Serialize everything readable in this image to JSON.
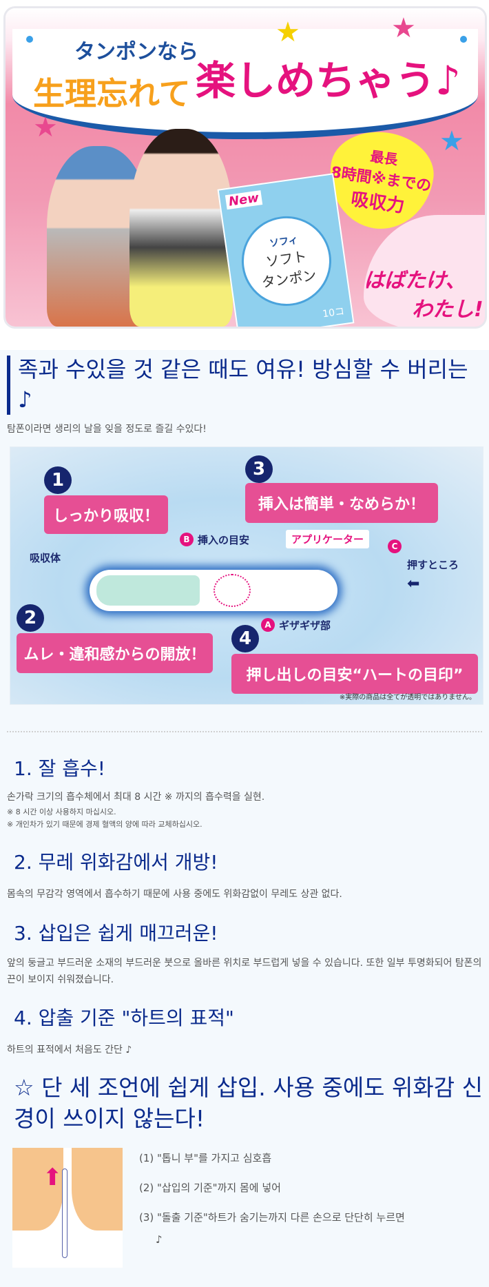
{
  "banner": {
    "line1": "タンポンなら",
    "line2": "生理忘れて",
    "line3": "楽しめちゃう♪",
    "heart": {
      "top": "最長",
      "middle": "8時間※までの",
      "bottom": "吸収力"
    },
    "package": {
      "badge": "New",
      "brand": "ソフィ",
      "name_line1": "ソフト",
      "name_line2": "タンポン",
      "count": "10コ"
    },
    "slogan_line1": "はばたけ、",
    "slogan_line2": "わたし!"
  },
  "intro": {
    "heading": "족과 수있을 것 같은 때도 여유! 방심할 수 버리는 ♪",
    "subtitle": "탐폰이라면 생리의 날을 잊을 정도로 즐길 수있다!"
  },
  "diagram": {
    "points": [
      {
        "num": "1",
        "text": "しっかり吸収！"
      },
      {
        "num": "2",
        "text": "ムレ・違和感からの開放！"
      },
      {
        "num": "3",
        "text": "挿入は簡単・なめらか！"
      },
      {
        "num": "4",
        "text": "押し出しの目安“ハートの目印”"
      }
    ],
    "labels": {
      "absorbent": "吸収体",
      "b_mark": "B",
      "b_text": "挿入の目安",
      "applicator": "アプリケーター",
      "c_mark": "C",
      "c_text": "押すところ",
      "a_mark": "A",
      "a_text": "ギザギザ部"
    },
    "note": "※実際の商品は全てが透明ではありません。"
  },
  "sections": [
    {
      "heading": "1. 잘 흡수!",
      "body": "손가락 크기의 흡수체에서 최대 8 시간 ※ 까지의 흡수력을 실현.",
      "notes": [
        "※ 8 시간 이상 사용하지 마십시오.",
        "※ 개인차가 있기 때문에 경제 혈액의 양에 따라 교체하십시오."
      ]
    },
    {
      "heading": "2. 무레 위화감에서 개방!",
      "body": "몸속의 무감각 영역에서 흡수하기 때문에 사용 중에도 위화감없이 무레도 상관 없다."
    },
    {
      "heading": "3. 삽입은 쉽게 매끄러운!",
      "body": "앞의 둥글고 부드러운 소재의 부드러운 붓으로 올바른 위치로 부드럽게 넣을 수 있습니다. 또한 일부 투명화되어 탐폰의 끈이 보이지 쉬워졌습니다."
    },
    {
      "heading": "4. 압출 기준 \"하트의 표적\"",
      "body": "하트의 표적에서 처음도 간단 ♪"
    }
  ],
  "howto": {
    "heading": "☆ 단 세 조언에 쉽게 삽입. 사용 중에도 위화감 신경이 쓰이지 않는다!",
    "steps": [
      "(1)  \"톱니 부\"를 가지고 심호흡",
      "(2)  \"삽입의 기준\"까지 몸에 넣어",
      "(3)  \"돌출 기준\"하트가 숨기는까지 다른 손으로 단단히 누르면",
      "♪"
    ]
  },
  "colors": {
    "heading": "#0a2a8c",
    "pink": "#e64f94",
    "navy": "#16256e"
  }
}
